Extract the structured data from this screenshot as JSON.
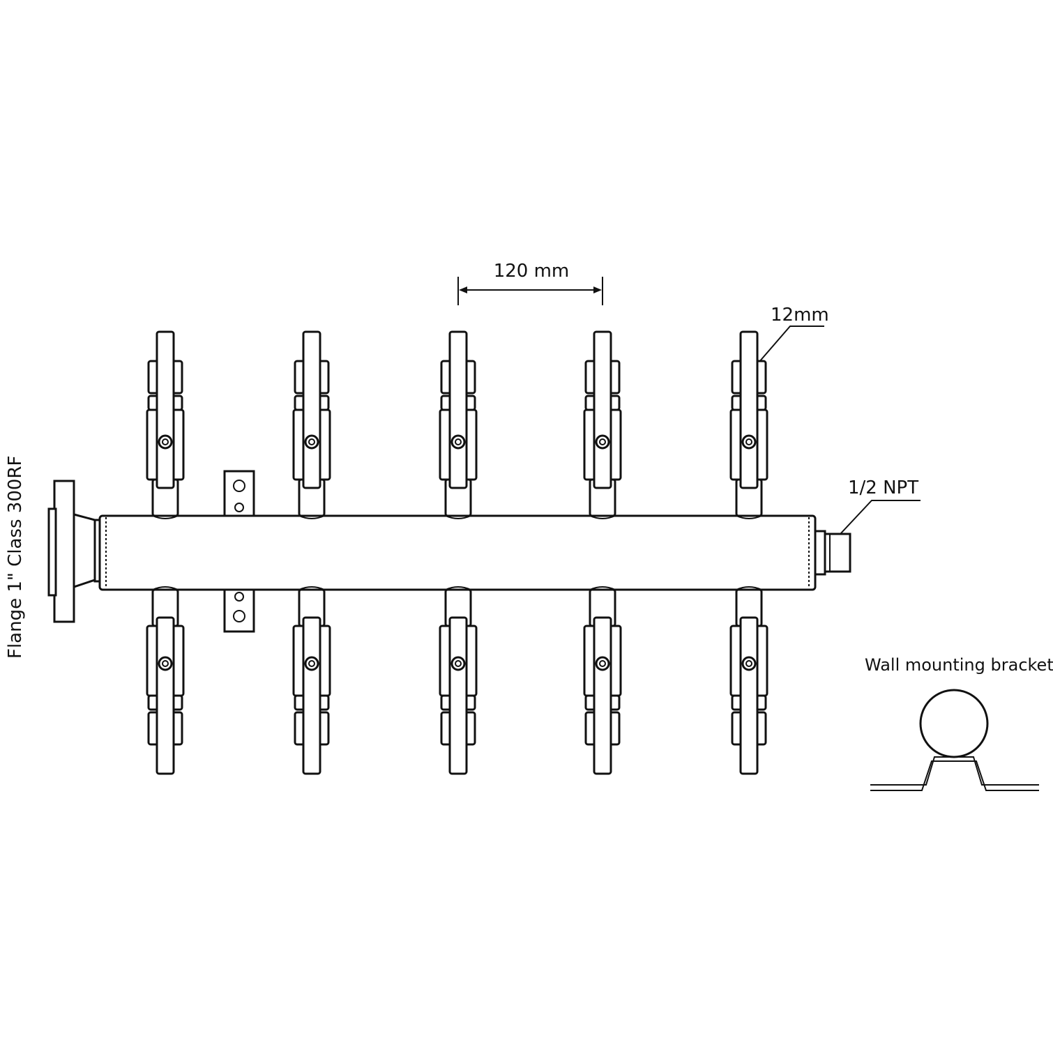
{
  "diagram": {
    "labels": {
      "spacing": "120 mm",
      "tube_size": "12mm",
      "outlet_thread": "1/2 NPT",
      "inlet_flange": "Flange 1\" Class 300RF",
      "bracket": "Wall mounting bracket"
    },
    "valves": {
      "top_count": 5,
      "bottom_count": 5
    },
    "colors": {
      "line": "#111111",
      "background": "#ffffff"
    }
  }
}
